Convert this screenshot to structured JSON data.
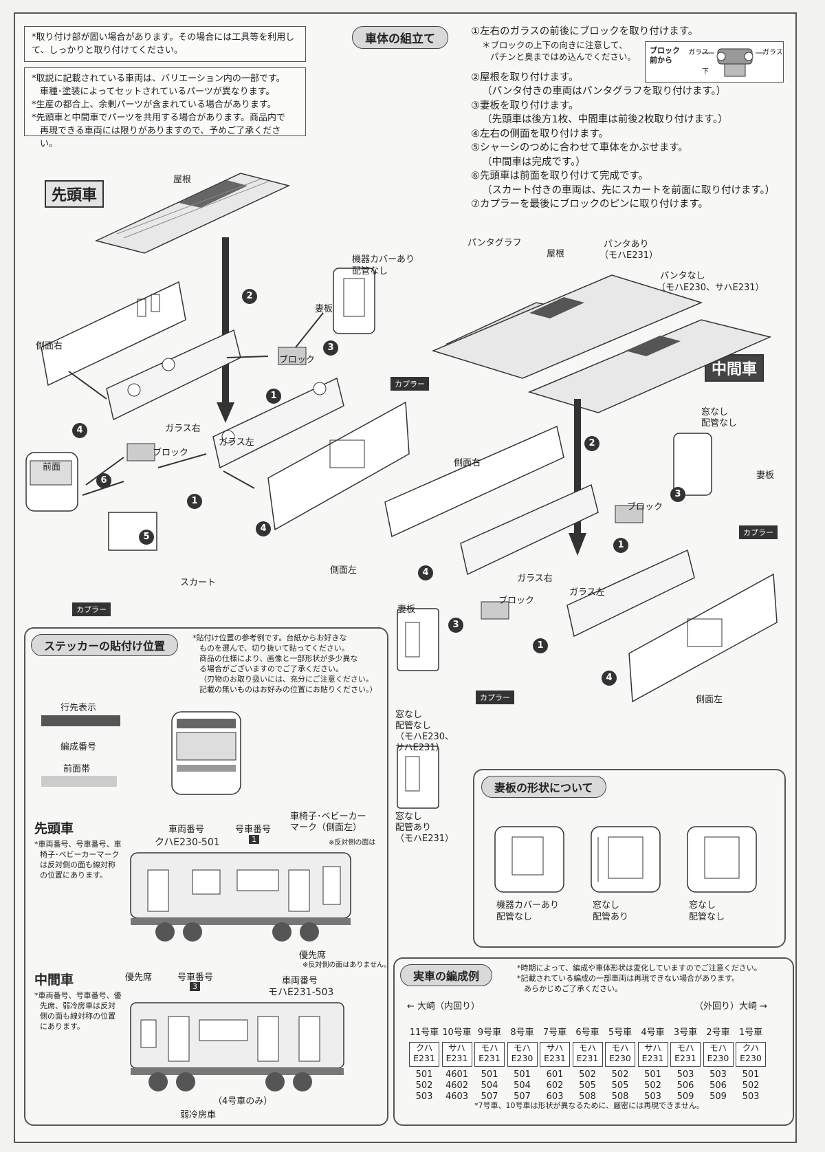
{
  "notes_top": "*取り付け部が固い場合があります。その場合には工具等を利用して、しっかりと取り付けてください。",
  "notes_main": [
    "*取説に記載されている車両は、バリエーション内の一部です。",
    "車種･塗装によってセットされているパーツが異なります。",
    "*生産の都合上、余剰パーツが含まれている場合があります。",
    "*先頭車と中間車でパーツを共用する場合があります。商品内で",
    "再現できる車両には限りがありますので、予めご了承ください。"
  ],
  "assembly": {
    "title": "車体の組立て",
    "steps": [
      "①左右のガラスの前後にブロックを取り付けます。",
      "＊ブロックの上下の向きに注意して、",
      "パチンと奥まではめ込んでください。",
      "②屋根を取り付けます。",
      "（パンタ付きの車両はパンタグラフを取り付けます。）",
      "③妻板を取り付けます。",
      "（先頭車は後方1枚、中間車は前後2枚取り付けます。）",
      "④左右の側面を取り付けます。",
      "⑤シャーシのつめに合わせて車体をかぶせます。",
      "（中間車は完成です。）",
      "⑥先頭車は前面を取り付けて完成です。",
      "（スカート付きの車両は、先にスカートを前面に取り付けます。）",
      "⑦カプラーを最後にブロックのピンに取り付けます。"
    ],
    "block_diagram": {
      "from": "ブロック 前から",
      "glass_l": "ガラス",
      "glass_r": "ガラス",
      "down": "下"
    }
  },
  "lead_car": {
    "title": "先頭車",
    "labels": {
      "roof": "屋根",
      "side_r": "側面右",
      "glass_r": "ガラス右",
      "block": "ブロック",
      "block2": "ブロック",
      "glass_l": "ガラス左",
      "front": "前面",
      "skirt": "スカート",
      "coupler": "カプラー",
      "coupler2": "カプラー",
      "end_plate": "妻板",
      "equip": "機器カバーあり",
      "no_pipe": "配管なし",
      "side_l": "側面左"
    }
  },
  "middle_car": {
    "title": "中間車",
    "labels": {
      "pantograph": "パンタグラフ",
      "roof": "屋根",
      "panta_yes": "パンタあり",
      "panta_yes_car": "（モハE231）",
      "panta_no": "パンタなし",
      "panta_no_car": "（モハE230、サハE231）",
      "no_window": "窓なし",
      "no_pipe": "配管なし",
      "end_plate": "妻板",
      "end_plate2": "妻板",
      "block": "ブロック",
      "block2": "ブロック",
      "coupler": "カプラー",
      "coupler2": "カプラー",
      "side_r": "側面右",
      "glass_r": "ガラス右",
      "glass_l": "ガラス左",
      "side_l": "側面左",
      "variant_a": [
        "窓なし",
        "配管なし",
        "（モハE230、",
        "サハE231）"
      ],
      "variant_b": [
        "窓なし",
        "配管あり",
        "（モハE231）"
      ]
    }
  },
  "stickers": {
    "title": "ステッカーの貼付け位置",
    "note": [
      "*貼付け位置の参考例です。台紙からお好きな",
      "ものを選んで、切り抜いて貼ってください。",
      "商品の仕様により、画像と一部形状が多少異な",
      "る場合がございますのでご了承ください。",
      "（刃物のお取り扱いには、充分にご注意ください。",
      "記載の無いものはお好みの位置にお貼りください。）"
    ],
    "dest": "行先表示",
    "formation_no": "編成番号",
    "front_band": "前面帯",
    "lead_title": "先頭車",
    "lead_note": [
      "*車両番号、号車番号、車",
      "椅子･ベビーカーマーク",
      "は反対側の面も線対称",
      "の位置にあります。"
    ],
    "car_number": "車両番号",
    "car_number_val": "クハE230-501",
    "car_no": "号車番号",
    "car_no_val": "1",
    "wheelchair": [
      "車椅子･ベビーカー",
      "マーク（側面左）"
    ],
    "opposite": "※反対側の面は",
    "priority": "優先席",
    "priority_note": "※反対側の面はありません。",
    "mid_title": "中間車",
    "mid_note": [
      "*車両番号、号車番号、優",
      "先席、弱冷房車は反対",
      "側の面も線対称の位置",
      "にあります。"
    ],
    "mid_priority": "優先席",
    "mid_car_no": "号車番号",
    "mid_car_no_val": "3",
    "mid_car_number": "車両番号",
    "mid_car_number_val": "モハE231-503",
    "weak_ac_only": "（4号車のみ）",
    "weak_ac": "弱冷房車"
  },
  "end_plate_shapes": {
    "title": "妻板の形状について",
    "items": [
      [
        "機器カバーあり",
        "配管なし"
      ],
      [
        "窓なし",
        "配管あり"
      ],
      [
        "窓なし",
        "配管なし"
      ]
    ]
  },
  "formation": {
    "title": "実車の編成例",
    "note": [
      "*時期によって、編成や車体形状は変化していますのでご注意ください。",
      "*記載されている編成の一部車両は再現できない場合があります。",
      "あらかじめご了承ください。"
    ],
    "left": "← 大崎（内回り）",
    "right": "（外回り）大崎 →",
    "cars": [
      {
        "no": "11号車",
        "type": [
          "クハ",
          "E231"
        ],
        "nums": [
          "501",
          "502",
          "503"
        ]
      },
      {
        "no": "10号車",
        "type": [
          "サハ",
          "E231"
        ],
        "nums": [
          "4601",
          "4602",
          "4603"
        ]
      },
      {
        "no": "9号車",
        "type": [
          "モハ",
          "E231"
        ],
        "nums": [
          "501",
          "504",
          "507"
        ]
      },
      {
        "no": "8号車",
        "type": [
          "モハ",
          "E230"
        ],
        "nums": [
          "501",
          "504",
          "507"
        ]
      },
      {
        "no": "7号車",
        "type": [
          "サハ",
          "E231"
        ],
        "nums": [
          "601",
          "602",
          "603"
        ]
      },
      {
        "no": "6号車",
        "type": [
          "モハ",
          "E231"
        ],
        "nums": [
          "502",
          "505",
          "508"
        ]
      },
      {
        "no": "5号車",
        "type": [
          "モハ",
          "E230"
        ],
        "nums": [
          "502",
          "505",
          "508"
        ]
      },
      {
        "no": "4号車",
        "type": [
          "サハ",
          "E231"
        ],
        "nums": [
          "501",
          "502",
          "503"
        ]
      },
      {
        "no": "3号車",
        "type": [
          "モハ",
          "E231"
        ],
        "nums": [
          "503",
          "506",
          "509"
        ]
      },
      {
        "no": "2号車",
        "type": [
          "モハ",
          "E230"
        ],
        "nums": [
          "503",
          "506",
          "509"
        ]
      },
      {
        "no": "1号車",
        "type": [
          "クハ",
          "E230"
        ],
        "nums": [
          "501",
          "502",
          "503"
        ]
      }
    ],
    "footer": "*7号車、10号車は形状が異なるために、厳密には再現できません。"
  }
}
